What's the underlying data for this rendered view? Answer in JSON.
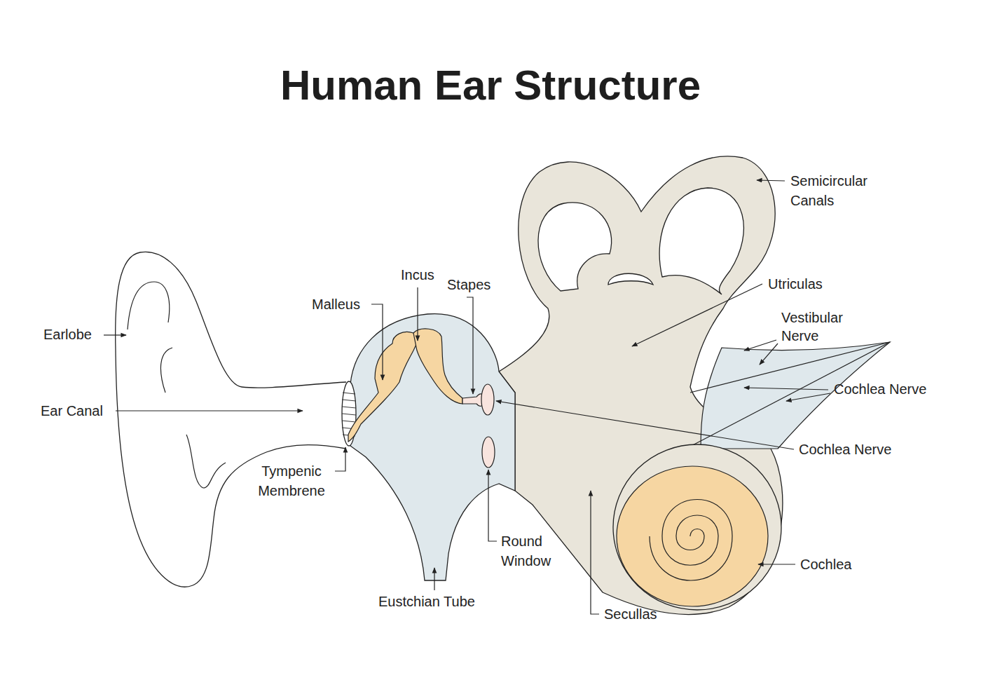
{
  "diagram": {
    "title": "Human Ear Structure",
    "labels": [
      "Semicircular Canals",
      "Incus",
      "Stapes",
      "Malleus",
      "Utriculas",
      "Earlobe",
      "Vestibular Nerve",
      "Cochlea Nerve",
      "Ear Canal",
      "Cochlea Nerve",
      "Tympenic Membrene",
      "Round Window",
      "Cochlea",
      "Eustchian Tube",
      "Secullas"
    ]
  }
}
